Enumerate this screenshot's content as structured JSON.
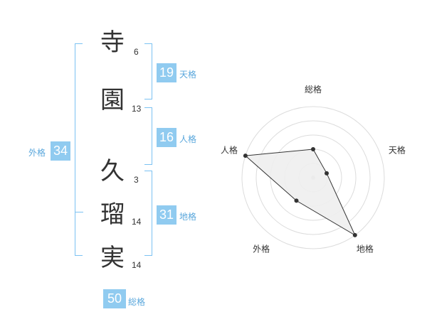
{
  "name": {
    "chars": [
      {
        "char": "寺",
        "strokes": "6"
      },
      {
        "char": "園",
        "strokes": "13"
      },
      {
        "char": "久",
        "strokes": "3"
      },
      {
        "char": "瑠",
        "strokes": "14"
      },
      {
        "char": "実",
        "strokes": "14"
      }
    ]
  },
  "fortunes": {
    "tenkaku": {
      "value": "19",
      "label": "天格"
    },
    "jinkaku": {
      "value": "16",
      "label": "人格"
    },
    "chikaku": {
      "value": "31",
      "label": "地格"
    },
    "gaikaku": {
      "value": "34",
      "label": "外格"
    },
    "soukaku": {
      "value": "50",
      "label": "総格"
    }
  },
  "chart_data": {
    "type": "radar",
    "axes": [
      "総格",
      "天格",
      "地格",
      "外格",
      "人格"
    ],
    "values": [
      2,
      1,
      5,
      2,
      5
    ],
    "max": 5,
    "rings": 5,
    "fill_color": "#eeeeee",
    "line_color": "#333333"
  }
}
